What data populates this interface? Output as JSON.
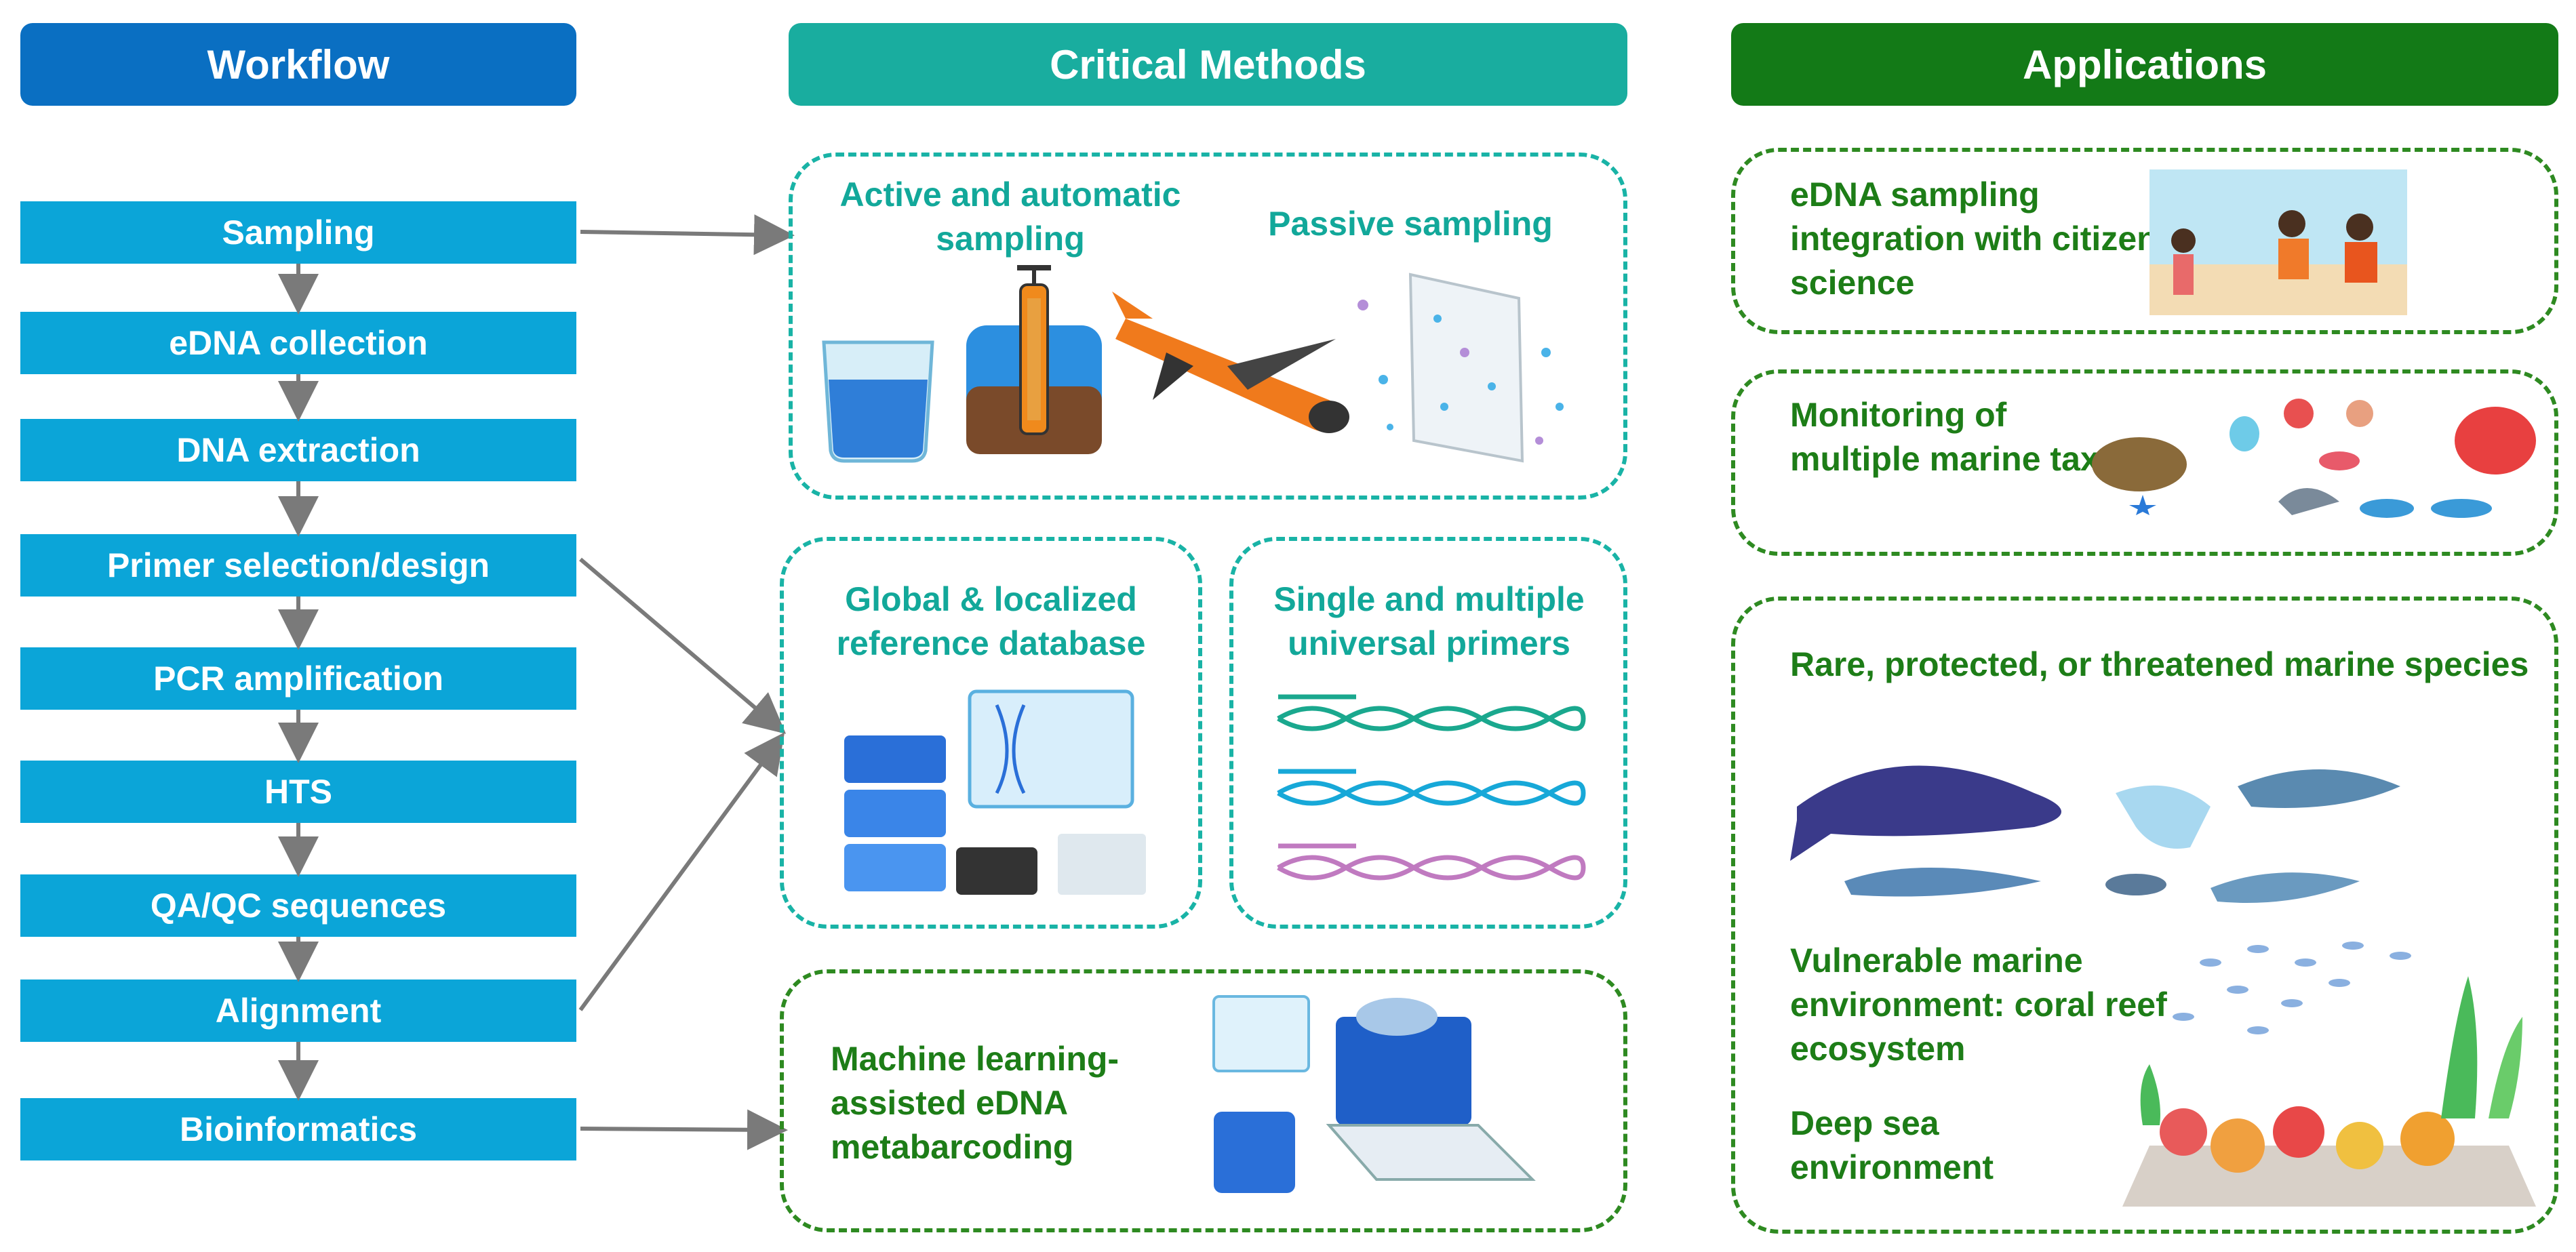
{
  "headers": {
    "workflow": "Workflow",
    "methods": "Critical Methods",
    "applications": "Applications"
  },
  "workflow_steps": [
    "Sampling",
    "eDNA collection",
    "DNA extraction",
    "Primer selection/design",
    "PCR amplification",
    "HTS",
    "QA/QC  sequences",
    "Alignment",
    "Bioinformatics"
  ],
  "methods": {
    "active": "Active and automatic sampling",
    "passive": "Passive sampling",
    "database": "Global & localized reference database",
    "primers": "Single and multiple universal primers",
    "ml": "Machine learning-assisted eDNA metabarcoding"
  },
  "applications": {
    "citizen": "eDNA sampling integration with citizen science",
    "taxa": "Monitoring of multiple marine taxa",
    "rare": "Rare, protected, or threatened marine species",
    "coral": "Vulnerable marine environment: coral reef ecosystem",
    "deep": "Deep sea environment"
  },
  "colors": {
    "workflow_header": "#0a6fc2",
    "methods_header": "#19ad9f",
    "applications_header": "#137a17",
    "step_fill": "#0ba5d8",
    "arrow": "#7a7a7a",
    "teal_text": "#12a89a",
    "green_text": "#1d7d17"
  }
}
